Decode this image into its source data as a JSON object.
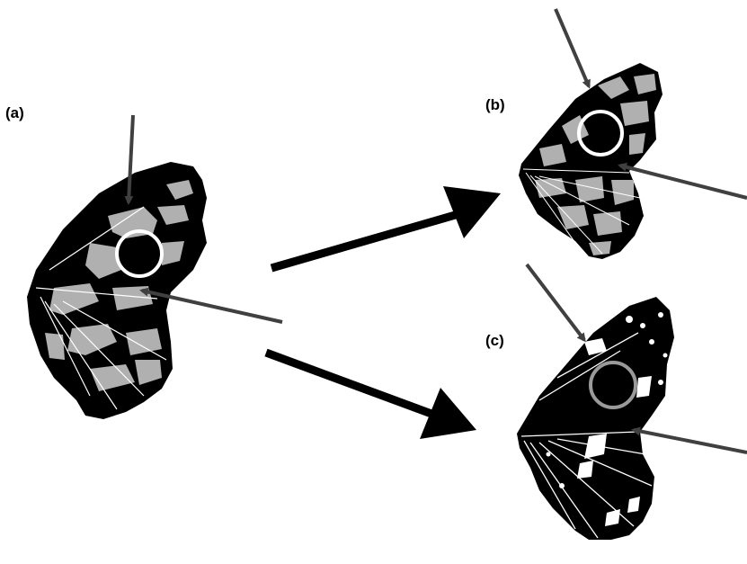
{
  "figure": {
    "panels": [
      {
        "id": "a",
        "label": "(a)",
        "wing_color": "#000000",
        "pattern_color": "#b0b0b0",
        "circle_color": "#ffffff"
      },
      {
        "id": "b",
        "label": "(b)",
        "wing_color": "#000000",
        "pattern_color": "#b0b0b0",
        "circle_color": "#ffffff"
      },
      {
        "id": "c",
        "label": "(c)",
        "wing_color": "#000000",
        "pattern_color": "#ffffff",
        "circle_color": "#9a9a9a"
      }
    ],
    "pointer_arrow_color": "#404040",
    "transition_arrow_color": "#000000"
  }
}
